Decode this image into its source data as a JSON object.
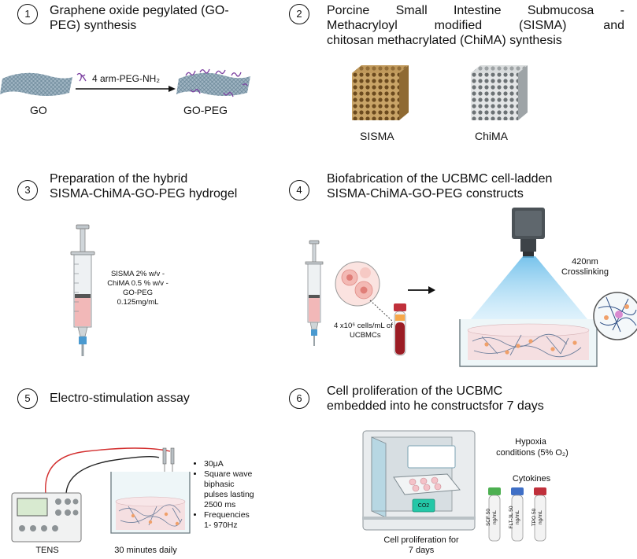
{
  "steps": [
    {
      "number": "1",
      "title": "Graphene oxide pegylated (GO-PEG) synthesis"
    },
    {
      "number": "2",
      "title_lines": [
        "Porcine Small Intestine Submucosa -",
        "Methacryloyl modified (SISMA) and",
        "chitosan methacrylated (ChiMA) synthesis"
      ]
    },
    {
      "number": "3",
      "title_lines": [
        "Preparation of the hybrid",
        "SISMA-ChiMA-GO-PEG hydrogel"
      ]
    },
    {
      "number": "4",
      "title_lines": [
        "Biofabrication of the UCBMC cell-ladden",
        "SISMA-ChiMA-GO-PEG constructs"
      ]
    },
    {
      "number": "5",
      "title": "Electro-stimulation assay"
    },
    {
      "number": "6",
      "title_lines": [
        "Cell proliferation  of the UCBMC",
        "embedded into he constructsfor 7 days"
      ]
    }
  ],
  "panel1": {
    "reagent": "4 arm-PEG-NH₂",
    "start_label": "GO",
    "product_label": "GO-PEG"
  },
  "panel2": {
    "scaffold_1": "SISMA",
    "scaffold_2": "ChiMA"
  },
  "panel3": {
    "syringe_text": [
      "SISMA 2% w/v -",
      "ChiMA 0.5 % w/v -",
      "GO-PEG",
      "0.125mg/mL"
    ]
  },
  "panel4": {
    "cells_text": [
      "4 x10⁶ cells/mL of",
      "UCBMCs"
    ],
    "light": [
      "420nm",
      "Crosslinking"
    ]
  },
  "panel5": {
    "device": "TENS",
    "duration": "30 minutes daily",
    "bullets": [
      "30μA",
      "Square wave biphasic pulses lasting 2500 ms",
      "Frequencies 1- 970Hz"
    ]
  },
  "panel6": {
    "conditions": [
      "Hypoxia",
      "conditions (5% O₂)"
    ],
    "cytokines_title": "Cytokines",
    "tubes": [
      {
        "name": "SCF",
        "conc": "50 ng/mL",
        "color": "#4caf50"
      },
      {
        "name": "FLT-3L",
        "conc": "50 ng/mL",
        "color": "#3f6fc6"
      },
      {
        "name": "TPO",
        "conc": "50 ng/mL",
        "color": "#c0303b"
      }
    ],
    "incubator_screen": "CO2",
    "caption": [
      "Cell proliferation for",
      "7 days"
    ]
  }
}
